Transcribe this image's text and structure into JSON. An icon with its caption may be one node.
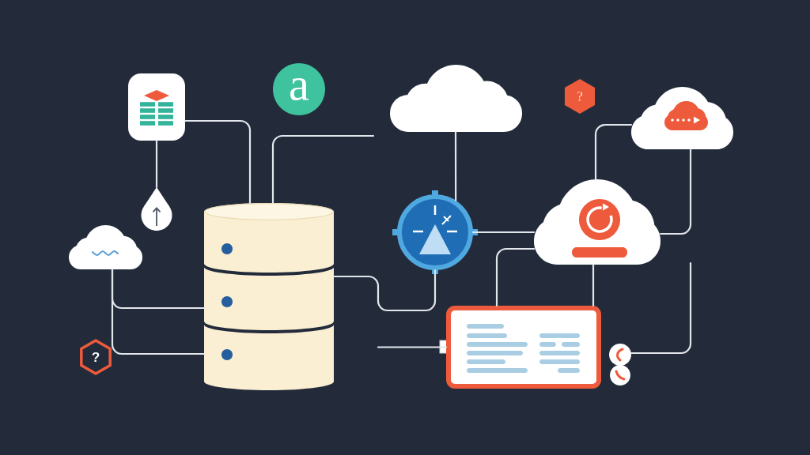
{
  "diagram": {
    "nodes": [
      {
        "text": [],
        "shape": "box"
      },
      {
        "text": [
          "a"
        ]
      },
      {
        "text": [],
        "shape": "cloud"
      },
      {
        "text": [
          "?"
        ]
      },
      {
        "text": [],
        "shape": "cloud"
      },
      {
        "text": [],
        "shape": "drop"
      },
      {
        "text": [],
        "shape": "cylinder"
      },
      {
        "text": [],
        "shape": "circle"
      },
      {
        "text": [],
        "shape": "cloud"
      },
      {
        "text": [],
        "shape": "cloud"
      },
      {
        "text": [],
        "shape": "cylinder"
      },
      {
        "text": [
          "?"
        ]
      },
      {
        "text": [],
        "shape": "cylinder"
      },
      {
        "text": [],
        "shape": "box"
      },
      {
        "text": [],
        "shape": "picture"
      }
    ],
    "edges": [
      {
        "from": 0,
        "to": 6,
        "arrow": "none"
      },
      {
        "from": 0,
        "to": 5,
        "arrow": "none"
      },
      {
        "from": 6,
        "to": null,
        "arrow": "none"
      },
      {
        "from": 2,
        "to": 7,
        "arrow": "none"
      },
      {
        "from": 7,
        "to": 8,
        "arrow": "none"
      },
      {
        "from": 4,
        "to": 8,
        "arrow": "none"
      },
      {
        "from": 4,
        "to": 8,
        "arrow": "none"
      },
      {
        "from": 10,
        "to": 7,
        "arrow": "none"
      },
      {
        "from": 8,
        "to": 13,
        "arrow": "none"
      },
      {
        "from": 13,
        "to": 8,
        "arrow": "none"
      },
      {
        "from": null,
        "to": 13,
        "arrow": "none"
      },
      {
        "from": 14,
        "to": null,
        "arrow": "none"
      },
      {
        "from": 9,
        "to": 10,
        "arrow": "none"
      },
      {
        "from": 9,
        "to": 12,
        "arrow": "none"
      }
    ]
  }
}
